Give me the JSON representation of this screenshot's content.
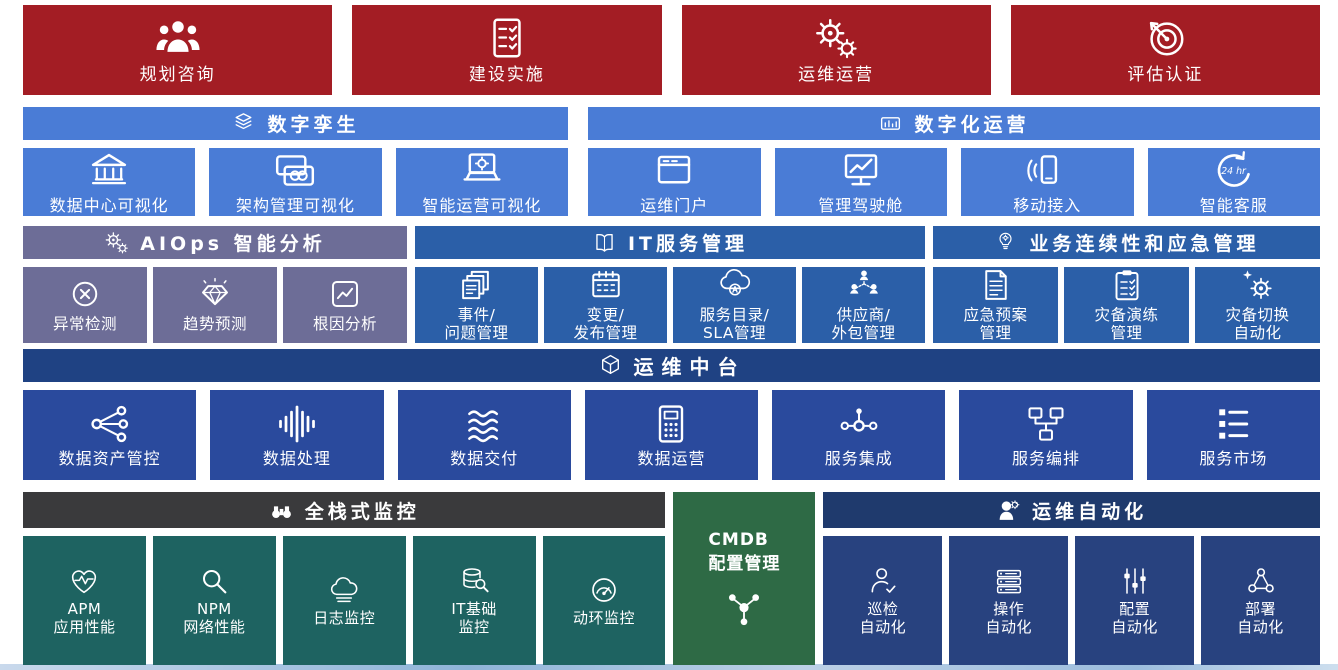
{
  "colors": {
    "red": "#A31D24",
    "blue": "#4A7CD6",
    "purple": "#6D6D97",
    "steel_blue": "#2B5FA8",
    "royal_header": "#1F4283",
    "royal_block": "#2A4A9D",
    "dark_gray": "#3A3A3C",
    "teal": "#1E6361",
    "green": "#2E6A45",
    "navy_header": "#1F3A6D",
    "navy_block": "#28427F",
    "text": "#FFFFFF"
  },
  "phase_row": {
    "items": [
      {
        "id": "planning-consulting",
        "label": "规划咨询",
        "icon": "people-group-icon"
      },
      {
        "id": "construction-implementation",
        "label": "建设实施",
        "icon": "checklist-icon"
      },
      {
        "id": "operations-management",
        "label": "运维运营",
        "icon": "gears-icon"
      },
      {
        "id": "assessment-certification",
        "label": "评估认证",
        "icon": "target-icon"
      }
    ]
  },
  "visual_section": {
    "groups": [
      {
        "id": "digital-twin",
        "header": {
          "label": "数字孪生",
          "icon": "layers-icon"
        },
        "blocks": [
          {
            "id": "datacenter-visualization",
            "label": "数据中心可视化",
            "icon": "bank-icon"
          },
          {
            "id": "architecture-visualization",
            "label": "架构管理可视化",
            "icon": "stacked-cards-icon"
          },
          {
            "id": "intelligent-ops-visualization",
            "label": "智能运营可视化",
            "icon": "laptop-gear-icon"
          }
        ]
      },
      {
        "id": "digital-operations",
        "header": {
          "label": "数字化运营",
          "icon": "device-bars-icon"
        },
        "blocks": [
          {
            "id": "ops-portal",
            "label": "运维门户",
            "icon": "browser-icon"
          },
          {
            "id": "management-cockpit",
            "label": "管理驾驶舱",
            "icon": "monitor-chart-icon"
          },
          {
            "id": "mobile-access",
            "label": "移动接入",
            "icon": "phone-signal-icon"
          },
          {
            "id": "intelligent-service",
            "label": "智能客服",
            "icon": "service-24h-icon",
            "icon_text": "24 hr"
          }
        ]
      }
    ]
  },
  "management_section": {
    "groups": [
      {
        "id": "aiops",
        "theme": "purple",
        "header": {
          "label": "AIOps 智能分析",
          "icon": "gears-icon"
        },
        "blocks": [
          {
            "id": "anomaly-detection",
            "label": "异常检测",
            "icon": "circle-x-icon"
          },
          {
            "id": "trend-prediction",
            "label": "趋势预测",
            "icon": "gem-icon"
          },
          {
            "id": "root-cause-analysis",
            "label": "根因分析",
            "icon": "chart-box-icon"
          }
        ]
      },
      {
        "id": "itsm",
        "theme": "steel",
        "header": {
          "label": "IT服务管理",
          "icon": "book-icon"
        },
        "blocks": [
          {
            "id": "incident-problem",
            "lines": [
              "事件/",
              "问题管理"
            ],
            "icon": "docs-stack-icon"
          },
          {
            "id": "change-release",
            "lines": [
              "变更/",
              "发布管理"
            ],
            "icon": "calendar-icon"
          },
          {
            "id": "catalog-sla",
            "lines": [
              "服务目录/",
              "SLA管理"
            ],
            "icon": "cloud-a-icon"
          },
          {
            "id": "vendor-outsourcing",
            "lines": [
              "供应商/",
              "外包管理"
            ],
            "icon": "people-network-icon"
          }
        ]
      },
      {
        "id": "business-continuity",
        "theme": "steel",
        "header": {
          "label": "业务连续性和应急管理",
          "icon": "bulb-gear-icon"
        },
        "blocks": [
          {
            "id": "emergency-plan",
            "lines": [
              "应急预案",
              "管理"
            ],
            "icon": "doc-lines-icon"
          },
          {
            "id": "dr-drill",
            "lines": [
              "灾备演练",
              "管理"
            ],
            "icon": "clipboard-check-icon"
          },
          {
            "id": "dr-switch",
            "lines": [
              "灾备切换",
              "自动化"
            ],
            "icon": "gear-star-icon"
          }
        ]
      }
    ]
  },
  "middle_platform": {
    "header": {
      "label": "运维中台",
      "icon": "cube-icon"
    },
    "blocks": [
      {
        "id": "data-asset-governance",
        "label": "数据资产管控",
        "icon": "branch-nodes-icon"
      },
      {
        "id": "data-processing",
        "label": "数据处理",
        "icon": "waveform-icon"
      },
      {
        "id": "data-delivery",
        "label": "数据交付",
        "icon": "waves-icon"
      },
      {
        "id": "data-operations",
        "label": "数据运营",
        "icon": "calculator-icon"
      },
      {
        "id": "service-integration",
        "label": "服务集成",
        "icon": "nodes-chain-icon"
      },
      {
        "id": "service-orchestration",
        "label": "服务编排",
        "icon": "flow-boxes-icon"
      },
      {
        "id": "service-marketplace",
        "label": "服务市场",
        "icon": "list-menu-icon"
      }
    ]
  },
  "bottom_section": {
    "monitoring": {
      "header": {
        "label": "全栈式监控",
        "icon": "binoculars-icon"
      },
      "blocks": [
        {
          "id": "apm",
          "lines": [
            "APM",
            "应用性能"
          ],
          "icon": "heart-pulse-icon"
        },
        {
          "id": "npm",
          "lines": [
            "NPM",
            "网络性能"
          ],
          "icon": "magnifier-icon"
        },
        {
          "id": "log-monitoring",
          "label": "日志监控",
          "icon": "cloud-server-icon"
        },
        {
          "id": "it-infra-monitoring",
          "lines": [
            "IT基础",
            "监控"
          ],
          "icon": "db-magnifier-icon"
        },
        {
          "id": "facility-monitoring",
          "label": "动环监控",
          "icon": "gauge-icon"
        }
      ]
    },
    "cmdb": {
      "id": "cmdb",
      "lines": [
        "CMDB",
        "配置管理"
      ],
      "icon": "molecule-icon"
    },
    "automation": {
      "header": {
        "label": "运维自动化",
        "icon": "head-gear-icon"
      },
      "blocks": [
        {
          "id": "inspection-automation",
          "lines": [
            "巡检",
            "自动化"
          ],
          "icon": "person-check-icon"
        },
        {
          "id": "operation-automation",
          "lines": [
            "操作",
            "自动化"
          ],
          "icon": "server-rows-icon"
        },
        {
          "id": "config-automation",
          "lines": [
            "配置",
            "自动化"
          ],
          "icon": "sliders-icon"
        },
        {
          "id": "deployment-automation",
          "lines": [
            "部署",
            "自动化"
          ],
          "icon": "deploy-nodes-icon"
        }
      ]
    }
  }
}
